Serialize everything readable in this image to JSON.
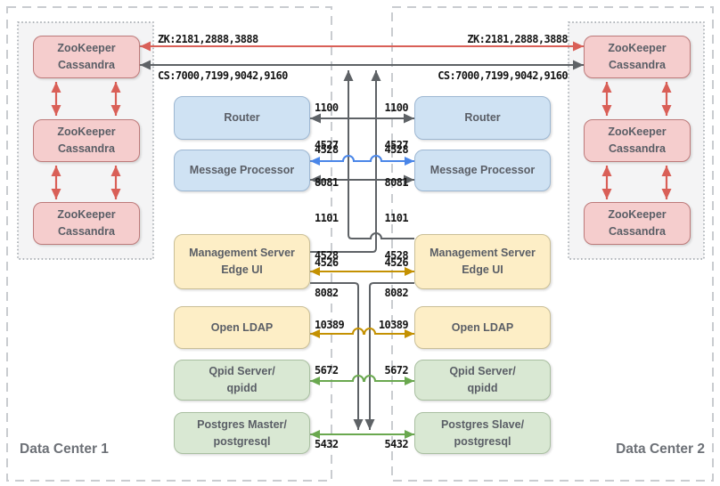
{
  "diagram": {
    "title_dc1": "Data Center 1",
    "title_dc2": "Data Center 2",
    "zk_link_label": "ZK:2181,2888,3888",
    "cs_link_label": "CS:7000,7199,9042,9160",
    "zk_node_label": "ZooKeeper\nCassandra",
    "dc1_components": {
      "router": "Router",
      "message_processor": "Message Processor",
      "management_server": "Management Server\nEdge UI",
      "ldap": "Open LDAP",
      "qpid": "Qpid Server/\nqpidd",
      "postgres": "Postgres Master/\npostgresql"
    },
    "dc2_components": {
      "router": "Router",
      "message_processor": "Message Processor",
      "management_server": "Management Server\nEdge UI",
      "ldap": "Open LDAP",
      "qpid": "Qpid Server/\nqpidd",
      "postgres": "Postgres Slave/\npostgresql"
    },
    "ports": {
      "router_in": [
        "1100",
        "4527",
        "8081"
      ],
      "mp_blue": "4528",
      "mp_in": [
        "1101",
        "4528",
        "8082"
      ],
      "management": "4526",
      "ldap": "10389",
      "qpid": "5672",
      "postgres": "5432"
    },
    "colors": {
      "zk_link": "#d95f57",
      "cluster_arrow": "#d95f57",
      "dark_link": "#5e6266",
      "blue_link": "#4a86e8",
      "gold_link": "#c49102",
      "green_link": "#6aa84f",
      "node_fill": "#f5cdcd",
      "router_fill": "#cfe2f3",
      "management_fill": "#fdeec6",
      "database_fill": "#d9e8d3"
    }
  }
}
